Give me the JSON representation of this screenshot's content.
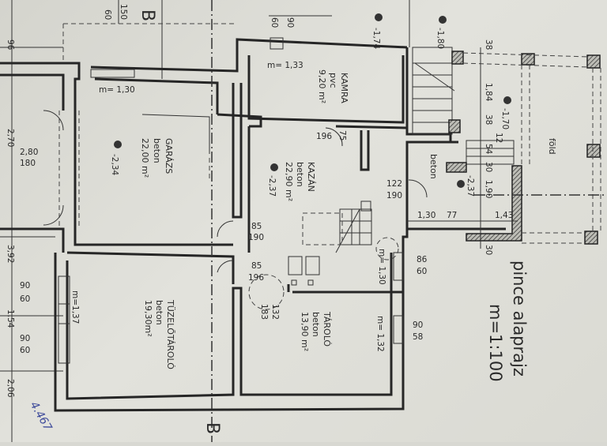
{
  "drawing": {
    "title": "pince alaprajz",
    "scale": "m=1:100",
    "section_marker": "B",
    "handwritten_note": "4.467"
  },
  "rooms": [
    {
      "name": "GARÁZS",
      "floor": "beton",
      "area": "22,00 m²",
      "level": "-2,34"
    },
    {
      "name": "KAMRA",
      "floor": "pvc",
      "area": "9,20 m²"
    },
    {
      "name": "KAZÁN",
      "floor": "beton",
      "area": "22,90 m²",
      "level": "-2,37"
    },
    {
      "name": "TÜZELŐTÁROLÓ",
      "floor": "beton",
      "area": "19,30m²"
    },
    {
      "name": "TÁROLÓ",
      "floor": "beton",
      "area": "13,90 m²"
    }
  ],
  "outdoor": {
    "label": "föld",
    "floor": "beton",
    "level_terrace": "-1,70",
    "level_entry": "-2,37",
    "level_top1": "-1,74",
    "level_top2": "-1,80"
  },
  "window_sills": [
    "m= 1,30",
    "m= 1,33",
    "m=1,37",
    "m= 1,30",
    "m= 1,32"
  ],
  "dimensions": {
    "left": [
      "96",
      "2,70",
      "2,80",
      "180",
      "3,92",
      "90",
      "60",
      "1,54",
      "90",
      "60",
      "2,06"
    ],
    "top": [
      "150",
      "60",
      "90",
      "60"
    ],
    "doors": [
      "75",
      "196",
      "85",
      "190",
      "85",
      "196",
      "132",
      "183",
      "122",
      "190",
      "86",
      "60",
      "90",
      "58"
    ],
    "right": [
      "38",
      "1,84",
      "38",
      "12",
      "54",
      "30",
      "1,90",
      "30",
      "1,30",
      "77",
      "1,43"
    ]
  }
}
